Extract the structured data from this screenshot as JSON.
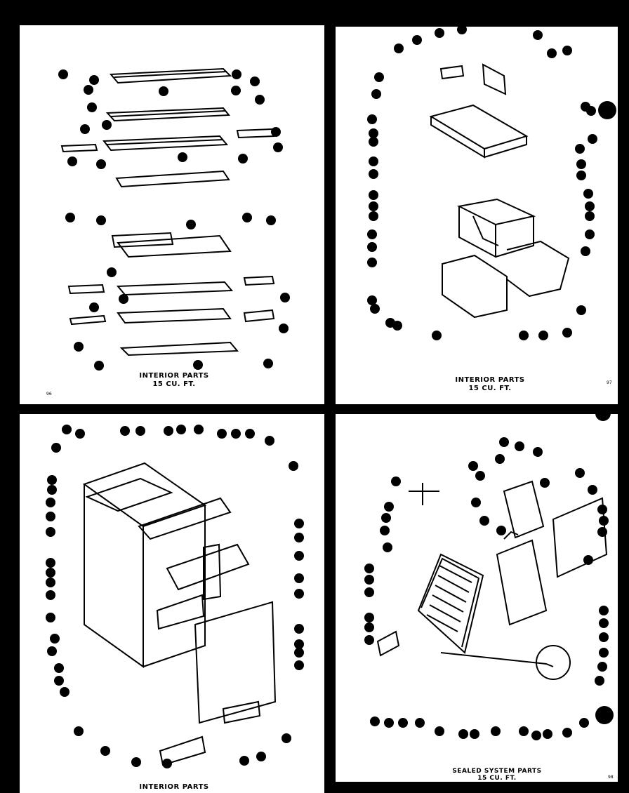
{
  "panels": {
    "top_left": {
      "caption_line1": "INTERIOR PARTS",
      "caption_line2": "15 CU. FT.",
      "page_number": "96"
    },
    "top_right": {
      "caption_line1": "INTERIOR PARTS",
      "caption_line2": "15 CU. FT.",
      "page_number": "97"
    },
    "bottom_left": {
      "caption_line1": "INTERIOR PARTS"
    },
    "bottom_right": {
      "caption_line1": "SEALED SYSTEM PARTS",
      "caption_line2": "15 CU. FT.",
      "page_number": "98"
    }
  },
  "colors": {
    "ink": "#000000",
    "paper": "#ffffff"
  }
}
